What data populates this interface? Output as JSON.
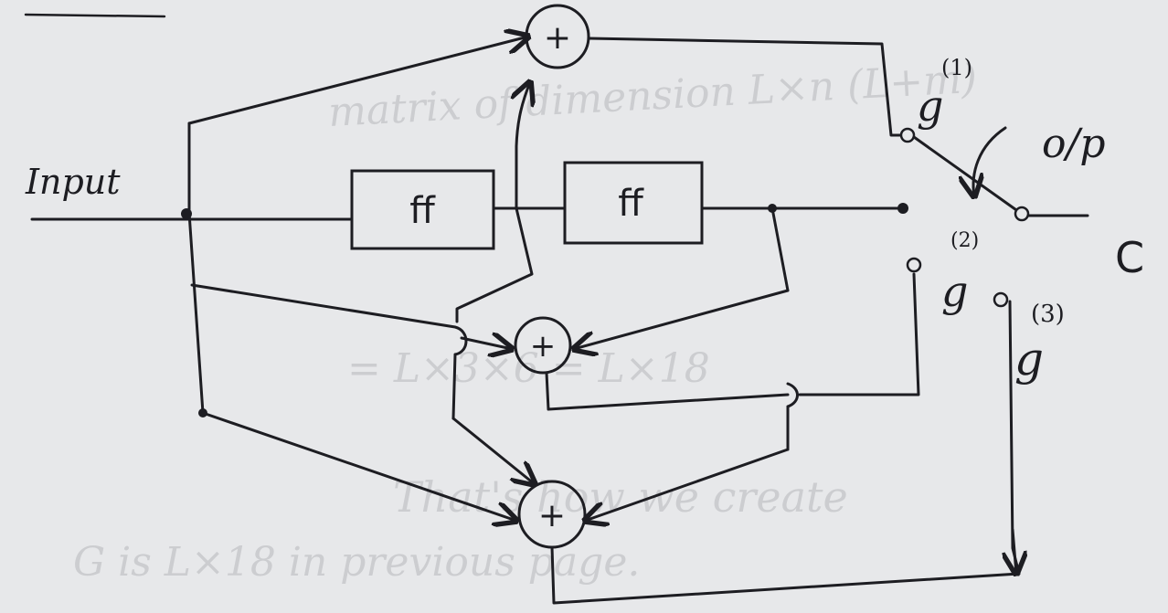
{
  "labels": {
    "input": "Input",
    "ff1": "ff",
    "ff2": "ff",
    "adder_symbol": "+",
    "output": "o/p",
    "output_symbol": "C",
    "g1": "g",
    "g1_sup": "(1)",
    "g2": "g",
    "g2_sup": "(2)",
    "g3": "g",
    "g3_sup": "(3)"
  },
  "bleed_through": [
    "matrix of dimension L×n (L+m)",
    "= L×3×6 = L×18",
    "That's how we create",
    "G is L×18 in previous page."
  ],
  "colors": {
    "paper": "#e7e8ea",
    "ink": "#1d1d22",
    "bleed": "#b7b8bc"
  }
}
